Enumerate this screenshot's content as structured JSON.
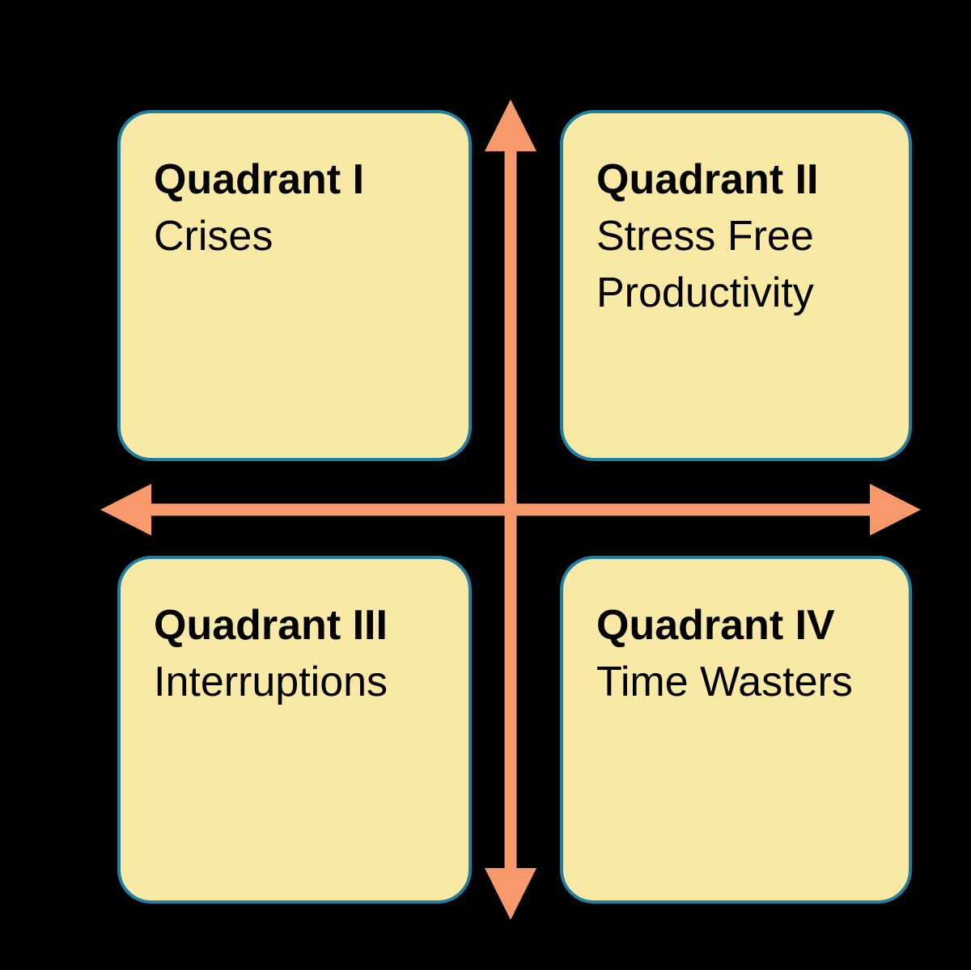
{
  "colors": {
    "background": "#000000",
    "quadrant_fill": "#F8E9A5",
    "quadrant_border": "#1E7FA3",
    "arrow": "#F8996B",
    "text": "#000000"
  },
  "icons": {
    "vertical_axis_arrow": "↕",
    "horizontal_axis_arrow": "↔"
  },
  "quadrants": [
    {
      "title": "Quadrant I",
      "lines": [
        "Crises"
      ]
    },
    {
      "title": "Quadrant II",
      "lines": [
        "Stress Free",
        "Productivity"
      ]
    },
    {
      "title": "Quadrant III",
      "lines": [
        "Interruptions"
      ]
    },
    {
      "title": "Quadrant IV",
      "lines": [
        "Time Wasters"
      ]
    }
  ]
}
